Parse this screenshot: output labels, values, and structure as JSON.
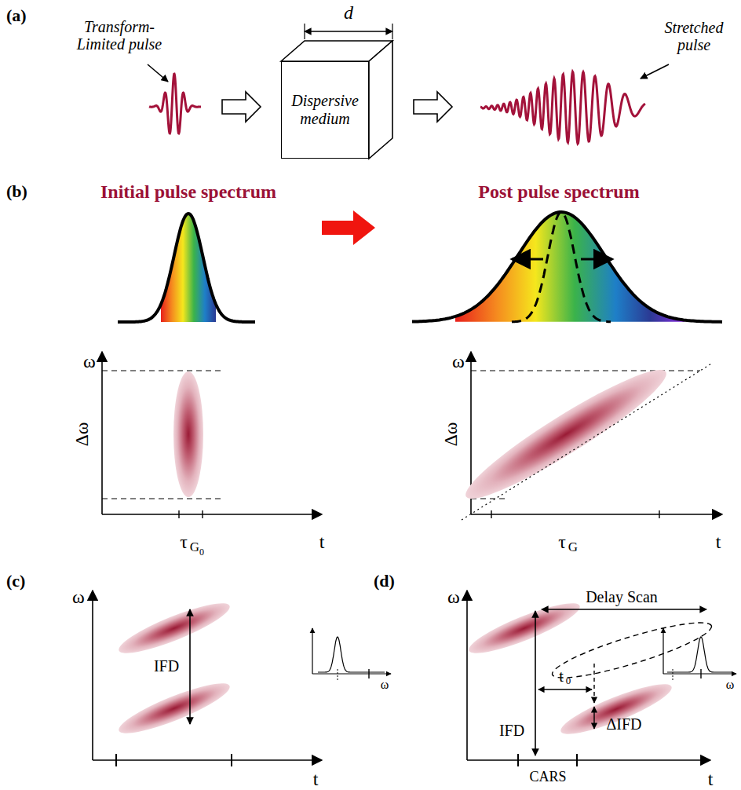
{
  "diagram": {
    "nodes": [
      {
        "text": [
          "Dispersive medium"
        ]
      }
    ],
    "labels": [
      "(a)",
      "Transform-Limited pulse",
      "d",
      "Stretched pulse",
      "(b)",
      "Initial pulse spectrum",
      "Post pulse spectrum",
      "ω",
      "Δω",
      "τ",
      "G",
      "0",
      "t",
      "ω",
      "Δω",
      "τ",
      "G",
      "t",
      "(c)",
      "ω",
      "IFD",
      "t",
      "ω",
      "(d)",
      "ω",
      "Delay Scan",
      "t",
      "0",
      "IFD",
      "ΔIFD",
      "CARS",
      "t",
      "ω"
    ]
  }
}
